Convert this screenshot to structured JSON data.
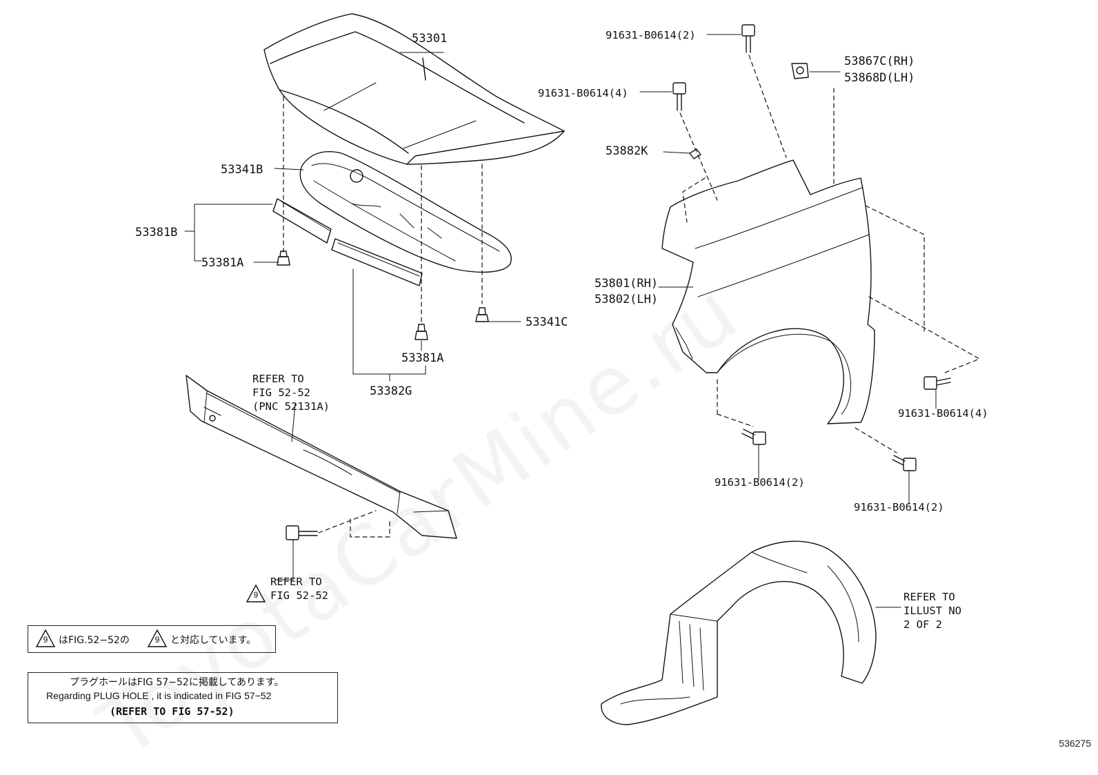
{
  "watermark": "ToyotaCarMine.ru",
  "labels": {
    "hood": "53301",
    "hood_insulator": "53341B",
    "seal_group": "53381B",
    "clip_left": "53381A",
    "clip_right": "53381A",
    "clip_insulator": "53341C",
    "seal_front": "53382G",
    "bolt_top": "91631-B0614(2)",
    "bolt_upper": "91631-B0614(4)",
    "clip_fender_rh": "53867C(RH)",
    "clip_fender_lh": "53868D(LH)",
    "bracket": "53882K",
    "fender_rh": "53801(RH)",
    "fender_lh": "53802(LH)",
    "bolt_right": "91631-B0614(4)",
    "bolt_bottom_left": "91631-B0614(2)",
    "bolt_bottom_right": "91631-B0614(2)"
  },
  "refer_bumper": [
    "REFER TO",
    "FIG 52-52",
    "(PNC 52131A)"
  ],
  "refer_bolt": [
    "REFER TO",
    "FIG 52-52"
  ],
  "refer_liner": [
    "REFER TO",
    "ILLUST NO",
    "2 OF 2"
  ],
  "triangle_mark": "9",
  "note1": {
    "part_a": "はFIG.52−52の",
    "part_b": "と対応しています。"
  },
  "note2": {
    "line1": "プラグホールはFIG 57−52に掲載してあります。",
    "line2": "Regarding  PLUG  HOLE , it is indicated in  FIG  57−52",
    "line3": "(REFER TO FIG 57-52)"
  },
  "figure_ref": "536275"
}
